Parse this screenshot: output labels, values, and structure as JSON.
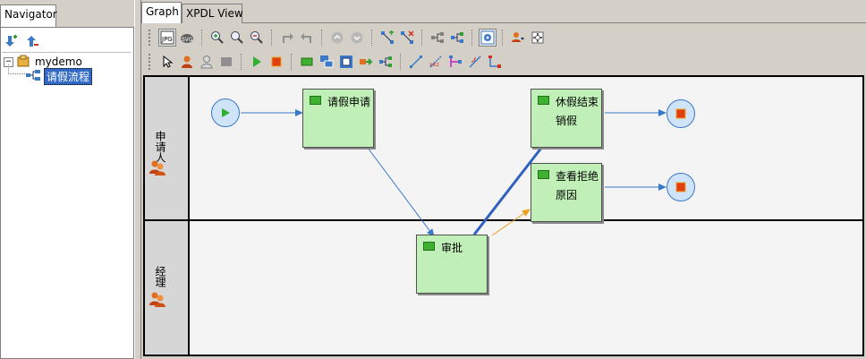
{
  "navigator": {
    "tab_label": "Navigator",
    "tree": {
      "root_expander": "−",
      "root_label": "mydemo",
      "child_label": "请假流程"
    }
  },
  "editor": {
    "tabs": [
      "Graph",
      "XPDL View"
    ],
    "active_tab": "Graph"
  },
  "process": {
    "lanes": [
      {
        "label": "申请人"
      },
      {
        "label": "经理"
      }
    ],
    "activities": {
      "request": "请假申请",
      "leave_end": "休假结束销假",
      "view_reject": "查看拒绝原因",
      "approve": "审批"
    }
  },
  "colors": {
    "window_bg": "#d4d0c8",
    "activity_fill": "#c0f0b8",
    "transition_default": "#3a78c8",
    "transition_exception": "#f0a020",
    "start_marker": "#30b030",
    "end_marker": "#e04010",
    "selection": "#316ac5"
  }
}
